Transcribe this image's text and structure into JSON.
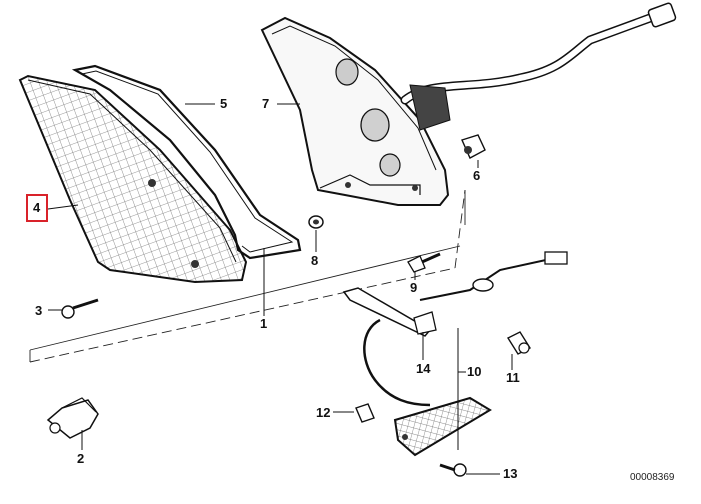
{
  "diagram": {
    "callouts": {
      "c1": "1",
      "c2": "2",
      "c3": "3",
      "c4": "4",
      "c5": "5",
      "c6": "6",
      "c7": "7",
      "c8": "8",
      "c9": "9",
      "c10": "10",
      "c11": "11",
      "c12": "12",
      "c13": "13",
      "c14": "14"
    },
    "highlighted_callout": "4",
    "highlight_color": "#d9222a",
    "document_number": "00008369"
  }
}
